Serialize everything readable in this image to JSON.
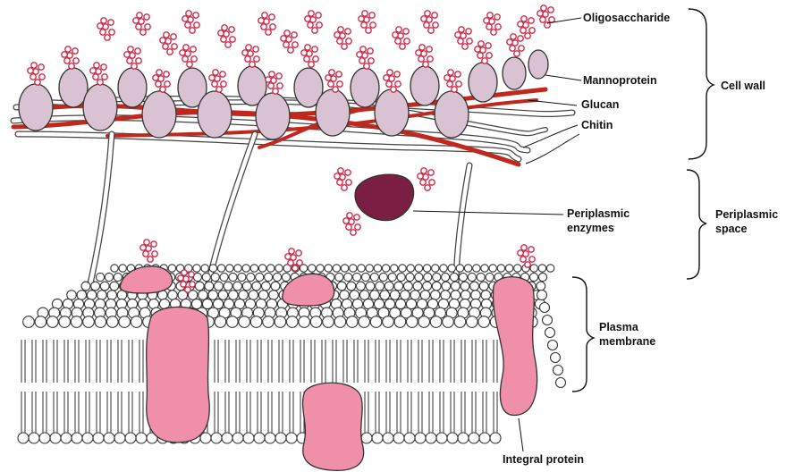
{
  "labels": {
    "oligosaccharide": "Oligosaccharide",
    "mannoprotein": "Mannoprotein",
    "glucan": "Glucan",
    "chitin": "Chitin",
    "cell_wall": "Cell wall",
    "periplasmic_enzymes_line1": "Periplasmic",
    "periplasmic_enzymes_line2": "enzymes",
    "periplasmic_space_line1": "Periplasmic",
    "periplasmic_space_line2": "space",
    "plasma_membrane_line1": "Plasma",
    "plasma_membrane_line2": "membrane",
    "integral_protein": "Integral protein"
  },
  "colors": {
    "mannoprotein": "#d9c3d3",
    "chitin": "#c0281e",
    "oligosaccharide": "#d22a4a",
    "periplasmic_enzyme": "#7a1f43",
    "membrane_protein": "#ef8fa9",
    "lipid_head": "#ffffff",
    "outline": "#222222"
  }
}
